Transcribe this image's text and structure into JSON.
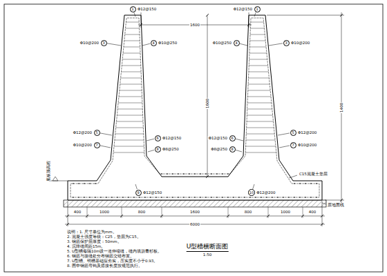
{
  "diagram": {
    "title": "U型槽横断面图",
    "nodes": [
      {
        "text": [
          "1"
        ]
      },
      {
        "text": [
          "1"
        ]
      },
      {
        "text": [
          "3"
        ]
      },
      {
        "text": [
          "4"
        ]
      },
      {
        "text": [
          "4"
        ]
      },
      {
        "text": [
          "3"
        ]
      },
      {
        "text": [
          "5"
        ]
      },
      {
        "text": [
          "6"
        ]
      },
      {
        "text": [
          "6"
        ]
      },
      {
        "text": [
          "5"
        ]
      },
      {
        "text": [
          "7"
        ]
      },
      {
        "text": [
          "8"
        ]
      },
      {
        "text": [
          "8"
        ]
      },
      {
        "text": [
          "7"
        ]
      },
      {
        "text": [
          "9"
        ]
      },
      {
        "text": [
          "10"
        ]
      }
    ],
    "edges": [],
    "labels": [
      "Φ12@150",
      "Φ12@150",
      "Φ10@200",
      "Φ10@250",
      "Φ10@250",
      "Φ10@200",
      "Φ12@200",
      "Φ12@150",
      "Φ12@150",
      "Φ12@200",
      "Φ10@200",
      "Φ8@250",
      "Φ8@250",
      "Φ10@200",
      "Φ12@150",
      "Φ12@200",
      "1600",
      "1600",
      "1400",
      "C15混凝土垫层",
      "原地面线",
      "底板顶高程",
      "400",
      "1000",
      "800",
      "1600",
      "800",
      "1000",
      "400",
      "6000",
      "1:50",
      "说明：1. 尺寸单位为mm。",
      "2. 混凝土强度等级：C25，垫层为C15。",
      "3. 钢筋保护层厚度：50mm。",
      "4. 沉降缝间距15m。",
      "5. U型槽每隔10m设一道伸缩缝，缝内填沥青杉板。",
      "6. 钢筋与接缝处分布钢筋交错布置。",
      "7. U型槽、明槽基础应夯实，压实度不小于0.93。",
      "8. 图中钢筋弯钩及搭接长度按规范执行。"
    ]
  }
}
